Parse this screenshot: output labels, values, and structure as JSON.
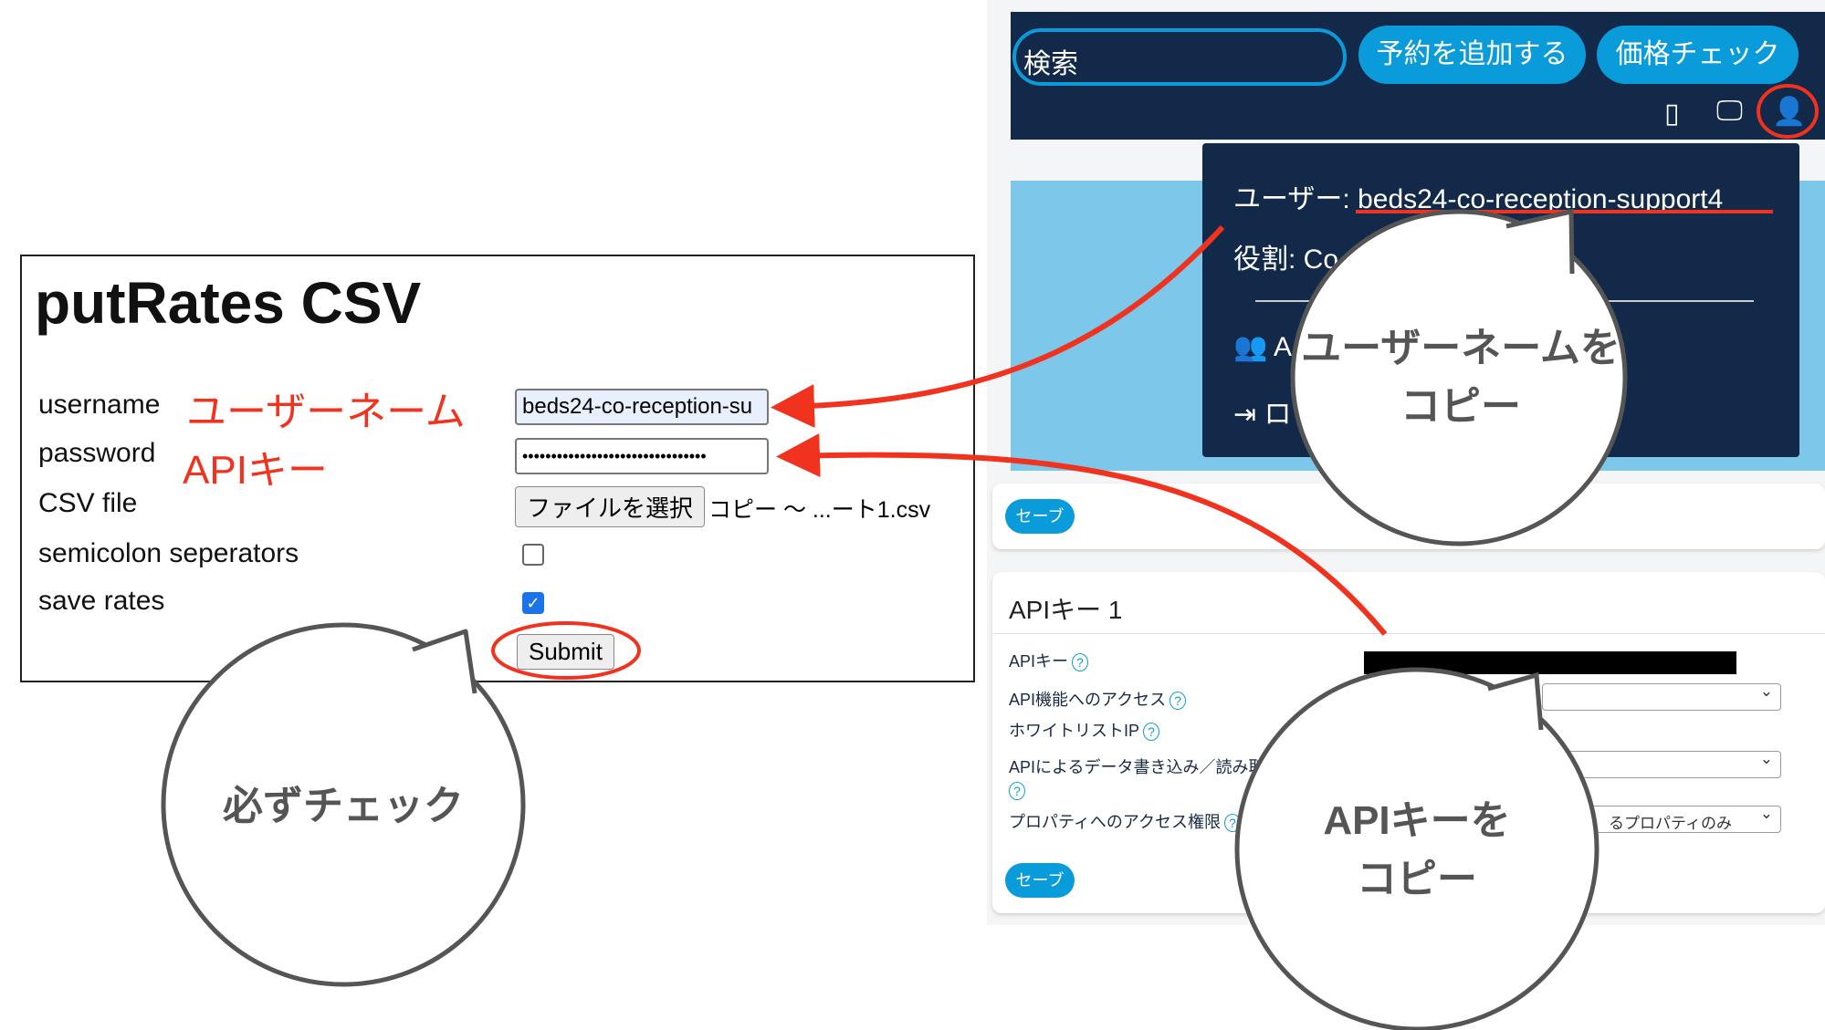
{
  "form": {
    "title": "putRates CSV",
    "username_label": "username",
    "username_value": "beds24-co-reception-su",
    "password_label": "password",
    "password_value": "••••••••••••••••••••••••••••••••",
    "csv_label": "CSV file",
    "file_button": "ファイルを選択",
    "file_name": "コピー 〜 ...ート1.csv",
    "semicolon_label": "semicolon seperators",
    "semicolon_checked": false,
    "save_rates_label": "save rates",
    "save_rates_checked": true,
    "submit": "Submit"
  },
  "annotations": {
    "username_note": "ユーザーネーム",
    "password_note": "APIキー",
    "bubble_check": "必ずチェック",
    "bubble_user_1": "ユーザーネームを",
    "bubble_user_2": "コピー",
    "bubble_api_1": "APIキーを",
    "bubble_api_2": "コピー",
    "accent": "#f0321e"
  },
  "beds24": {
    "search": "検索",
    "add_booking": "予約を追加する",
    "price_check": "価格チェック",
    "user_menu": {
      "user": "ユーザー: beds24-co-reception-support4",
      "role": "役割: Co",
      "item1": "A",
      "item2": "ロ"
    },
    "save": "セーブ",
    "api_card": {
      "title": "APIキー 1",
      "rows": [
        "APIキー",
        "API機能へのアクセス",
        "ホワイトリストIP",
        "APIによるデータ書き込み／読み取",
        "プロパティへのアクセス権限"
      ],
      "property_select": "るプロパティのみ"
    },
    "nav_color": "#12294a",
    "button_color": "#0a9bdb"
  }
}
